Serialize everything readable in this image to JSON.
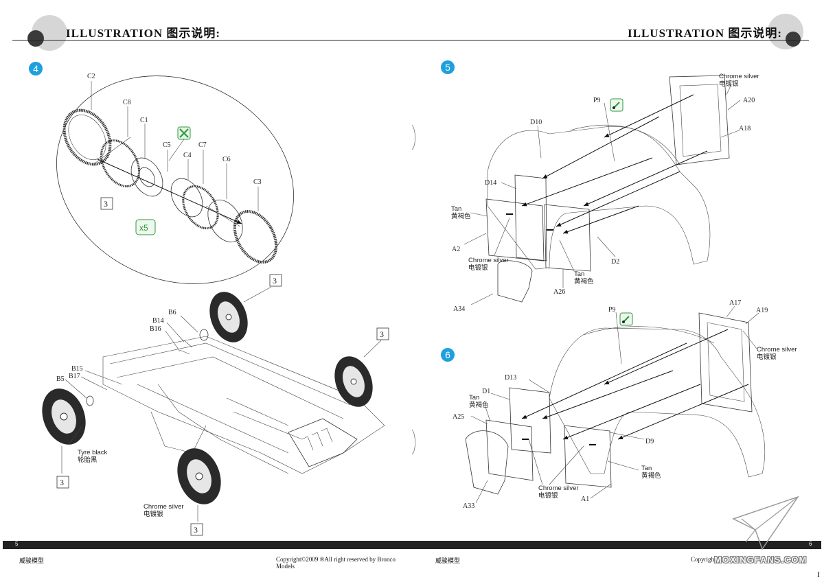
{
  "header": {
    "left_title": "ILLUSTRATION 图示说明:",
    "right_title": "ILLUSTRATION 图示说明:"
  },
  "steps": {
    "step4": {
      "number": "4",
      "parts": [
        "C2",
        "C8",
        "C1",
        "C5",
        "C7",
        "C4",
        "C6",
        "C3"
      ],
      "box_label": "3",
      "multiplier": "x5"
    },
    "chassis": {
      "parts": [
        "B6",
        "B14",
        "B16",
        "B15",
        "B17",
        "B5"
      ],
      "box_labels": [
        "3",
        "3",
        "3",
        "3"
      ],
      "tyre_note": "Tyre black",
      "tyre_note_cn": "轮胎黑",
      "chrome_note": "Chrome silver",
      "chrome_note_cn": "电镀银"
    },
    "step5": {
      "number": "5",
      "parts": [
        "P9",
        "A20",
        "A18",
        "D10",
        "D14",
        "A2",
        "D2",
        "A26",
        "A34"
      ],
      "chrome_top": "Chrome silver",
      "chrome_top_cn": "电镀银",
      "tan": "Tan",
      "tan_cn": "黄褐色",
      "chrome_mid": "Chrome silver",
      "chrome_mid_cn": "电镀银",
      "tan2": "Tan",
      "tan2_cn": "黄褐色"
    },
    "step6": {
      "number": "6",
      "parts": [
        "P9",
        "A17",
        "A19",
        "D13",
        "D1",
        "A25",
        "D9",
        "A1",
        "A33"
      ],
      "chrome_top": "Chrome silver",
      "chrome_top_cn": "电镀银",
      "tan": "Tan",
      "tan_cn": "黄褐色",
      "chrome_bottom": "Chrome silver",
      "chrome_bottom_cn": "电镀银",
      "tan2": "Tan",
      "tan2_cn": "黄褐色"
    }
  },
  "footer": {
    "left_page_num": "5",
    "right_page_num": "6",
    "left_brand": "威骏模型",
    "copyright": "Copyright©2009  ®All right reserved by Bronco Models",
    "right_brand": "威骏模型",
    "right_copyright": "Copyright"
  },
  "watermark": "MOXINGFANS.COM",
  "edge_char": "I",
  "colors": {
    "step_badge": "#1ea0dc",
    "paint_icon_green": "#2a9a3a",
    "header_circle_light": "#d6d6d6",
    "header_circle_dark": "#3a3a3a"
  }
}
